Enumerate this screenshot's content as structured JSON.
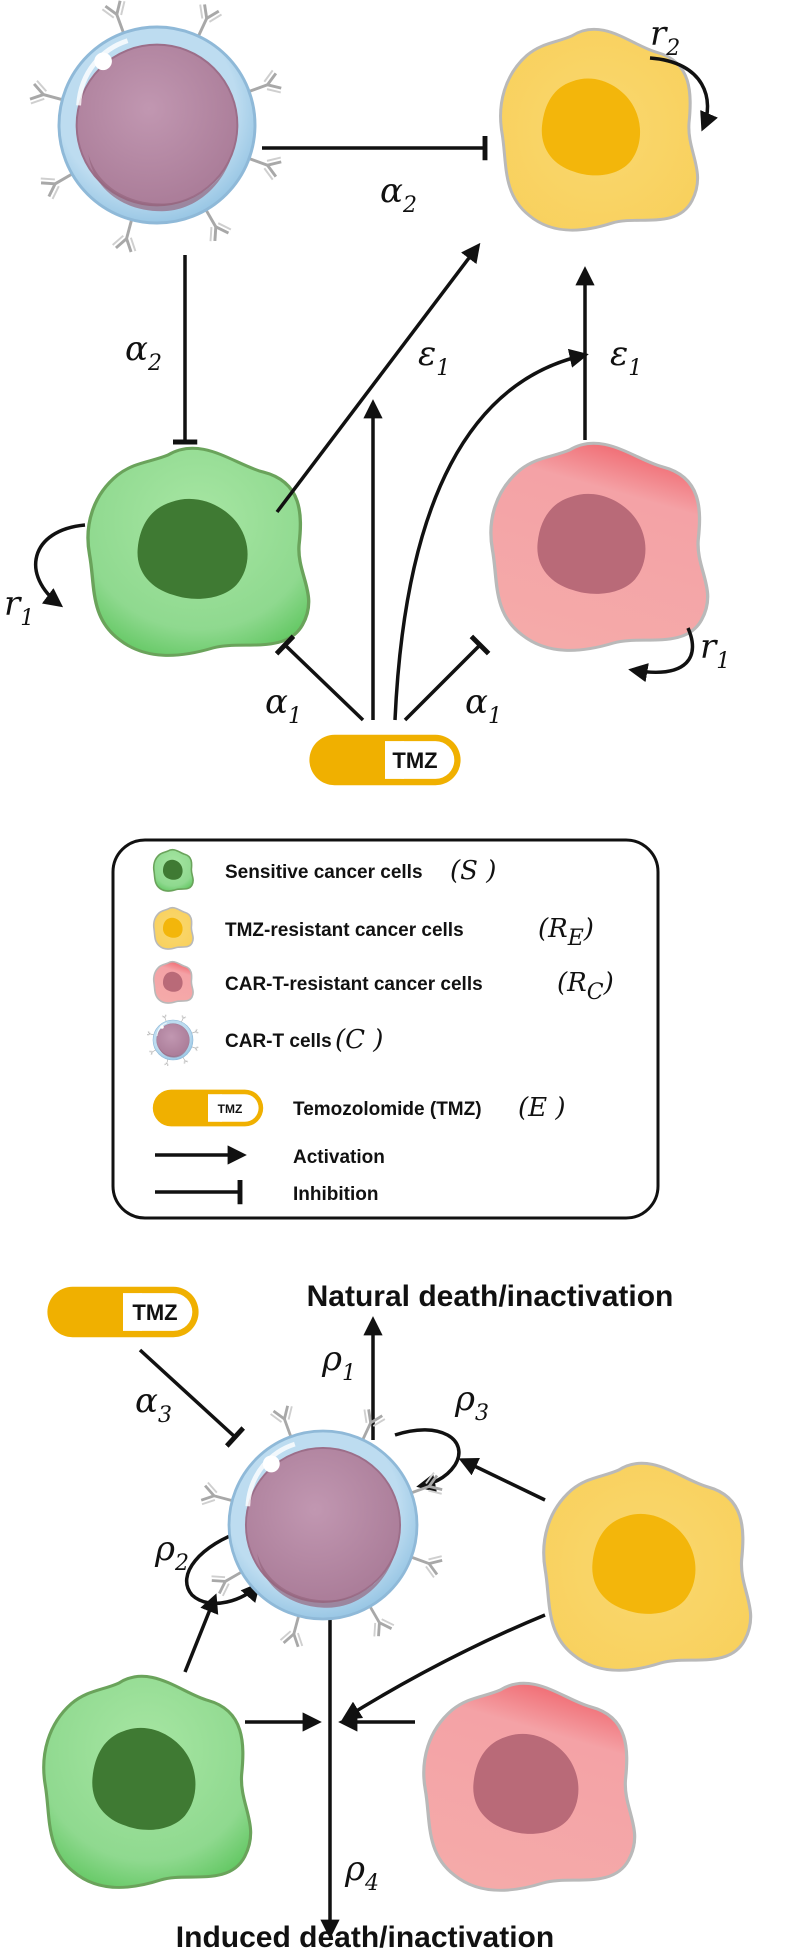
{
  "top_diagram": {
    "labels": {
      "r1_left": "r",
      "r1_left_sub": "1",
      "r1_right": "r",
      "r1_right_sub": "1",
      "r2": "r",
      "r2_sub": "2",
      "alpha2_top": "α",
      "alpha2_top_sub": "2",
      "alpha2_left": "α",
      "alpha2_left_sub": "2",
      "eps1_left": "ε",
      "eps1_left_sub": "1",
      "eps1_right": "ε",
      "eps1_right_sub": "1",
      "alpha1_left": "α",
      "alpha1_left_sub": "1",
      "alpha1_right": "α",
      "alpha1_right_sub": "1"
    },
    "tmz_pill": "TMZ"
  },
  "legend": {
    "items": [
      {
        "text": "Sensitive cancer cells",
        "symbol": "(S )"
      },
      {
        "text": "TMZ-resistant cancer cells",
        "symbol": "(R",
        "symbol_sub": "E",
        "symbol_end": ")"
      },
      {
        "text": "CAR-T-resistant cancer cells",
        "symbol": "(R",
        "symbol_sub": "C",
        "symbol_end": ")"
      },
      {
        "text": "CAR-T cells",
        "symbol": "(C )"
      },
      {
        "text": "Temozolomide (TMZ)",
        "symbol": "(E )"
      },
      {
        "text": "Activation"
      },
      {
        "text": "Inhibition"
      }
    ],
    "tmz_icon": "TMZ"
  },
  "bottom_diagram": {
    "natural_death": "Natural death/inactivation",
    "induced_death": "Induced death/inactivation",
    "tmz_pill": "TMZ",
    "labels": {
      "alpha3": "α",
      "alpha3_sub": "3",
      "rho1": "ρ",
      "rho1_sub": "1",
      "rho2": "ρ",
      "rho2_sub": "2",
      "rho3": "ρ",
      "rho3_sub": "3",
      "rho4": "ρ",
      "rho4_sub": "4"
    }
  },
  "colors": {
    "sensitive": "#8fd98f",
    "sensitive_nucleus": "#3f7a33",
    "tmz_resistant": "#f8d46a",
    "tmz_resistant_nucleus": "#f3b60b",
    "cart_resistant": "#f4a3a4",
    "cart_resistant_nucleus": "#b96a78",
    "cart_membrane": "#a9cfe8",
    "cart_cell": "#b88aa4",
    "tmz": "#f0b000"
  }
}
